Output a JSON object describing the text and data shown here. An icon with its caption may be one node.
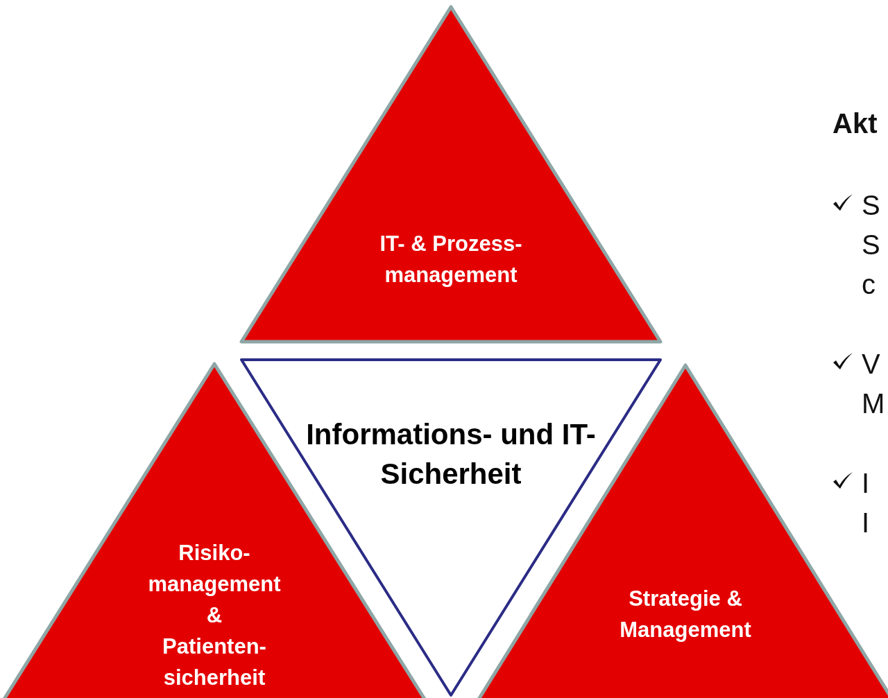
{
  "diagram": {
    "nodes": [
      {
        "text": [
          "IT- & Prozess- management"
        ]
      },
      {
        "text": [
          "Informations- und IT-Sicherheit"
        ]
      },
      {
        "text": [
          "Risiko- management & Patienten- sicherheit"
        ]
      },
      {
        "text": [
          "Strategie & Management"
        ]
      }
    ],
    "labels": [
      "Akt",
      "S",
      "S",
      "c",
      "V",
      "M",
      "I",
      "I"
    ]
  }
}
